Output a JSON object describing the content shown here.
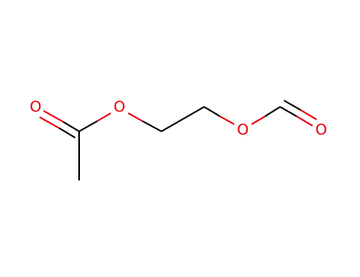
{
  "molecule": {
    "colors": {
      "bond": "#000000",
      "oxygen": "#e8000b"
    },
    "atoms": {
      "o_carbonyl_left": "O",
      "o_ester_left": "O",
      "o_ester_right": "O",
      "o_carbonyl_right": "O"
    }
  }
}
